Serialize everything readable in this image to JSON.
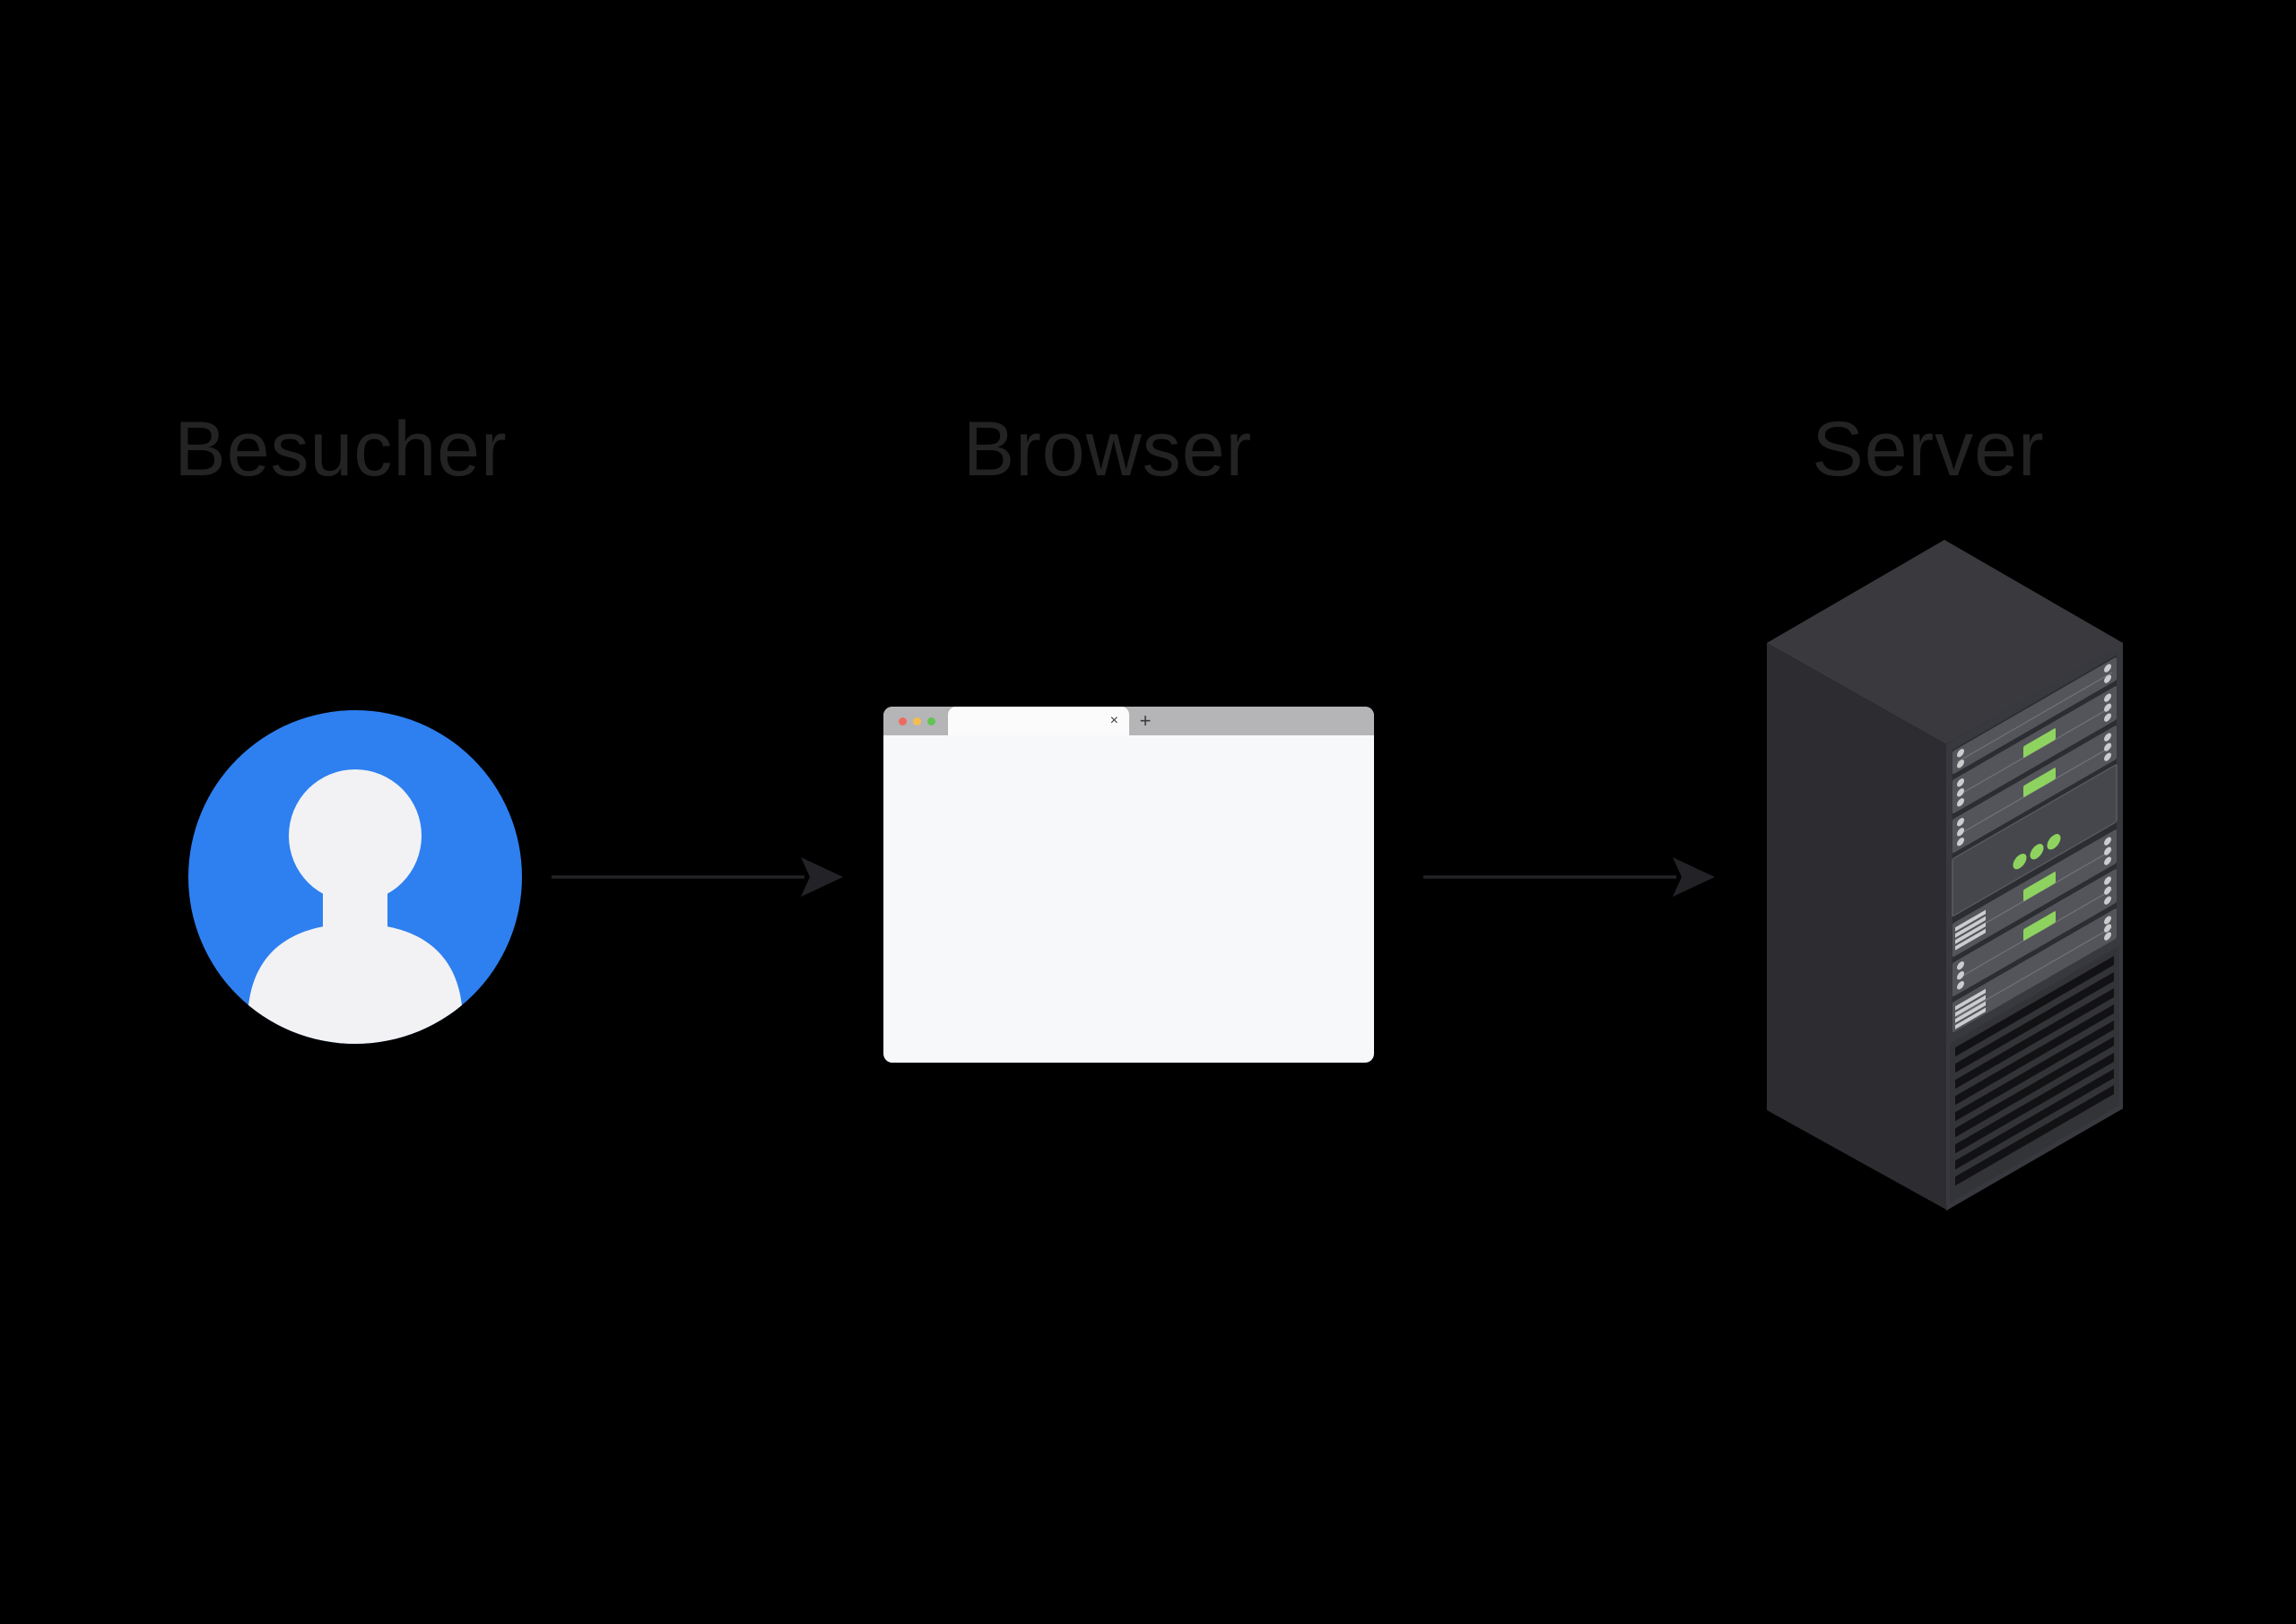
{
  "background": "#000000",
  "nodes": [
    {
      "id": "besucher",
      "label": "Besucher",
      "icon": "user-avatar"
    },
    {
      "id": "browser",
      "label": "Browser",
      "icon": "browser-window"
    },
    {
      "id": "server",
      "label": "Server",
      "icon": "server-tower"
    }
  ],
  "connections": [
    {
      "from": "besucher",
      "to": "browser"
    },
    {
      "from": "browser",
      "to": "server"
    }
  ],
  "browser_window": {
    "close_glyph": "×",
    "new_tab_glyph": "+",
    "traffic_lights": [
      "red",
      "yellow",
      "green"
    ]
  },
  "server_illustration": {
    "rack_units": [
      {
        "type": "plain"
      },
      {
        "type": "led"
      },
      {
        "type": "led"
      },
      {
        "type": "panel-dots"
      },
      {
        "type": "vent-led"
      },
      {
        "type": "led"
      },
      {
        "type": "vent-plain"
      }
    ],
    "panel_dot_count": 3,
    "louver_count": 10
  },
  "colors": {
    "bg": "#000000",
    "label": "#232323",
    "arrow": "#232327",
    "avatar-blue": "#2e80f1",
    "avatar-person": "#f2f2f4",
    "browser-bar": "#b5b5b8",
    "browser-tab": "#fbfbfb",
    "browser-body": "#f7f8f9",
    "tl-red": "#ee6a5f",
    "tl-yellow": "#f5bd4f",
    "tl-green": "#61c454",
    "glyph": "#3c3c3e",
    "srv-top": "#3a3a3e",
    "srv-left": "#2d2d31",
    "srv-right": "#38393e",
    "slat": "#54555a",
    "slat-gap": "#2c2d31",
    "panel": "#46474d",
    "panel-stroke": "#5a5b61",
    "led": "#8ed35f",
    "dot": "#cbccce",
    "highlight": "#6f7075",
    "louver-frame": "#333438",
    "louver-dark": "#121215"
  }
}
